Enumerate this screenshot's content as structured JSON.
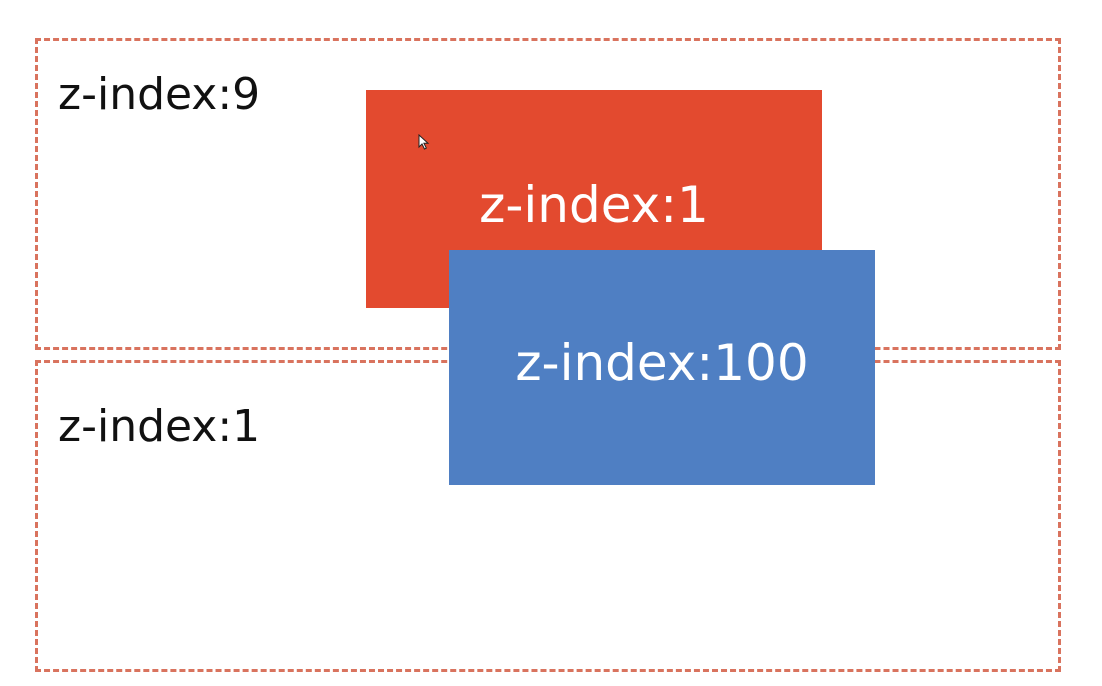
{
  "containers": {
    "top": {
      "label": "z-index:9"
    },
    "bottom": {
      "label": "z-index:1"
    }
  },
  "boxes": {
    "red": {
      "label": "z-index:1"
    },
    "blue": {
      "label": "z-index:100"
    }
  },
  "colors": {
    "red": "#e34a2f",
    "blue": "#4f7fc3",
    "dash": "#d9735e"
  },
  "icons": {
    "cursor": "mouse-pointer-icon"
  }
}
